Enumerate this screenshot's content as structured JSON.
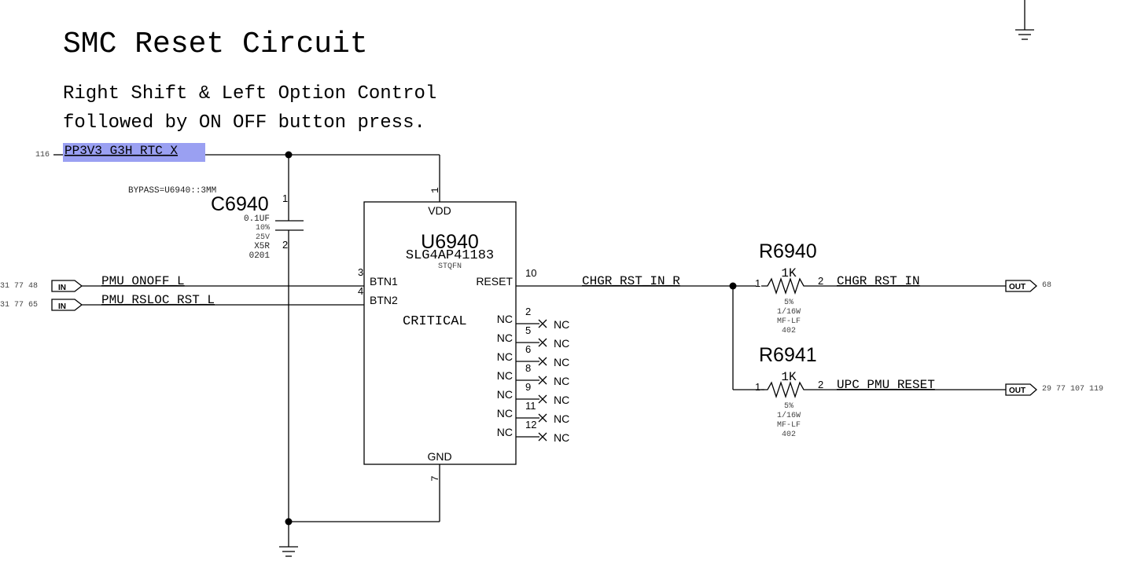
{
  "title": "SMC Reset Circuit",
  "description": [
    "Right Shift & Left Option Control",
    "followed by ON OFF button press."
  ],
  "nets": {
    "power": "PP3V3_G3H_RTC_X",
    "power_page_ref": "116",
    "onoff": "PMU_ONOFF_L",
    "onoff_refs": "31 77 48",
    "rsloc": "PMU_RSLOC_RST_L",
    "rsloc_refs": "31 77 65",
    "chgr_r": "CHGR_RST_IN_R",
    "chgr": "CHGR_RST_IN",
    "chgr_refs": "68",
    "upc": "UPC_PMU_RESET",
    "upc_refs": "29 77 107 119"
  },
  "ports": {
    "in_label": "IN",
    "out_label": "OUT"
  },
  "capacitor": {
    "ref": "C6940",
    "bypass": "BYPASS=U6940::3MM",
    "value": "0.1UF",
    "tolerance": "10%",
    "voltage": "25V",
    "dielectric": "X5R",
    "package": "0201",
    "pin1": "1",
    "pin2": "2"
  },
  "ic": {
    "ref": "U6940",
    "part": "SLG4AP41183",
    "package": "STQFN",
    "attribute": "CRITICAL",
    "vdd": "VDD",
    "gnd": "GND",
    "btn1": "BTN1",
    "btn2": "BTN2",
    "reset": "RESET",
    "pin_vdd": "1",
    "pin_gnd": "7",
    "pin_btn1": "3",
    "pin_btn2": "4",
    "pin_reset": "10",
    "nc_label": "NC",
    "nc_pins": [
      "2",
      "5",
      "6",
      "8",
      "9",
      "11",
      "12"
    ]
  },
  "resistors": [
    {
      "ref": "R6940",
      "value": "1K",
      "tolerance": "5%",
      "power": "1/16W",
      "type": "MF-LF",
      "package": "402",
      "pin1": "1",
      "pin2": "2"
    },
    {
      "ref": "R6941",
      "value": "1K",
      "tolerance": "5%",
      "power": "1/16W",
      "type": "MF-LF",
      "package": "402",
      "pin1": "1",
      "pin2": "2"
    }
  ],
  "colors": {
    "highlight": "#9aa0f2",
    "wire": "#000000"
  }
}
